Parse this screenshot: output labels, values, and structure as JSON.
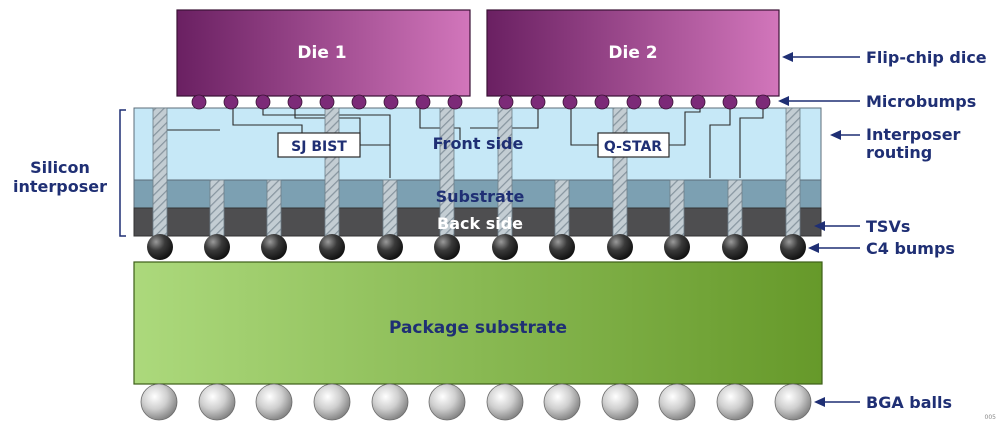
{
  "colors": {
    "die_left": "#6f2466",
    "die_right": "#cf6fb6",
    "microbump": "#7c2a78",
    "front_side": "#c6e8f7",
    "substrate": "#7ca0b2",
    "back_side": "#4e4e50",
    "package_light": "#a8d777",
    "package_dark": "#6b9f2e",
    "label": "#1f2f74",
    "arrow": "#1f2f74"
  },
  "dies": {
    "die1": "Die 1",
    "die2": "Die 2"
  },
  "interposer": {
    "front_side": "Front side",
    "substrate": "Substrate",
    "back_side": "Back side",
    "sj_bist": "SJ BIST",
    "q_star": "Q-STAR"
  },
  "package": {
    "label": "Package substrate"
  },
  "left_label": {
    "line1": "Silicon",
    "line2": "interposer"
  },
  "callouts": {
    "flip_chip_dice": "Flip-chip dice",
    "microbumps": "Microbumps",
    "interposer_routing_line1": "Interposer",
    "interposer_routing_line2": "routing",
    "tsvs": "TSVs",
    "c4_bumps": "C4 bumps",
    "bga_balls": "BGA balls"
  },
  "corner_code": "005"
}
